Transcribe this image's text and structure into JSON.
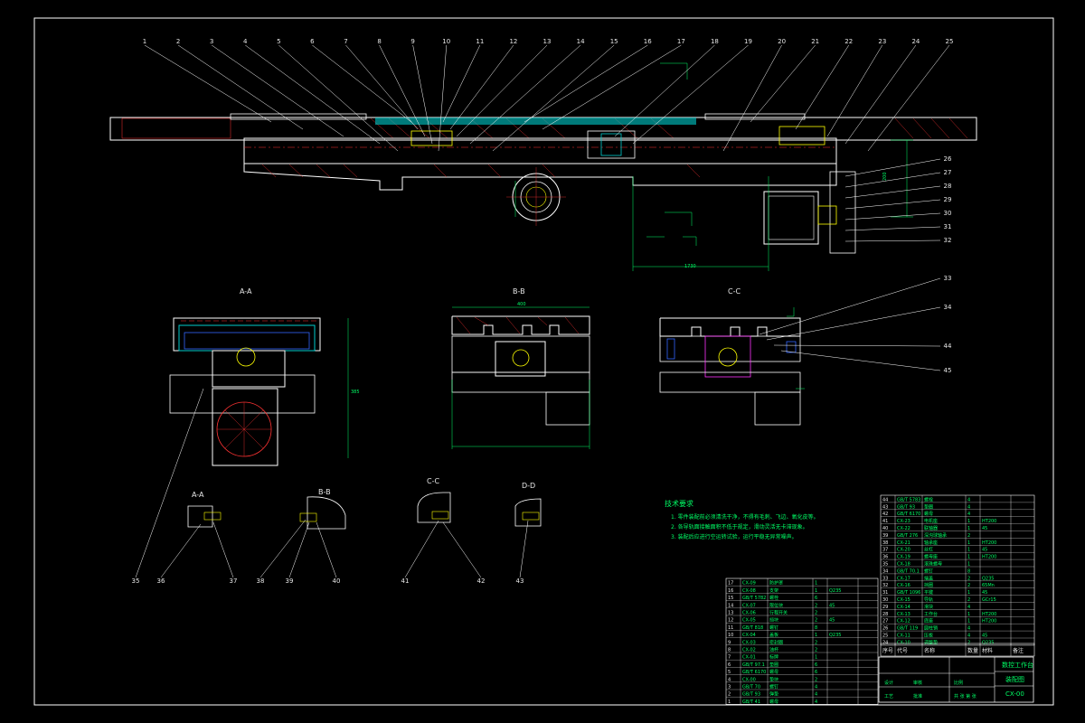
{
  "colors": {
    "background": "#000000",
    "border": "#ffffff",
    "outline": "#ffffff",
    "section_fill": "#00cccc",
    "hatch": "#ff3333",
    "dimension": "#00ff66",
    "centerline": "#ff3333",
    "accent_yellow": "#ffff00",
    "blue": "#3366ff",
    "magenta": "#ff33ff",
    "table_text": "#00ff66"
  },
  "main_view": {
    "balloons": [
      "1",
      "2",
      "3",
      "4",
      "5",
      "6",
      "7",
      "8",
      "9",
      "10",
      "11",
      "12",
      "13",
      "14",
      "15",
      "16",
      "17",
      "18",
      "19",
      "20",
      "21",
      "22",
      "23",
      "24",
      "25"
    ],
    "right_balloons": [
      "26",
      "27",
      "28",
      "29",
      "30",
      "31",
      "32"
    ],
    "dims": {
      "height": "200",
      "width": "1730"
    }
  },
  "section_views": [
    {
      "title": "A-A",
      "dim": "385"
    },
    {
      "title": "B-B",
      "dim": "400"
    },
    {
      "title": "C-C",
      "dim": ""
    }
  ],
  "detail_views": [
    {
      "title": "A-A",
      "balloons": [
        "35",
        "36"
      ]
    },
    {
      "title": "B-B",
      "balloons": [
        "37",
        "38",
        "39"
      ]
    },
    {
      "title": "C-C",
      "balloons": [
        "40",
        "41"
      ]
    },
    {
      "title": "D-D",
      "balloons": [
        "42",
        "43"
      ]
    }
  ],
  "section_right_balloons": [
    "33",
    "34",
    "44",
    "45"
  ],
  "tech_notes": {
    "title": "技术要求",
    "lines": [
      "1. 零件装配前必须清洗干净，不得有毛刺、飞边、氧化皮等。",
      "2. 各导轨面接触面积不低于规定，滑动灵活无卡滞现象。",
      "3. 装配后应进行空运转试验，运行平稳无异常噪声。"
    ]
  },
  "bom_right": {
    "rows": [
      [
        "GB/T 5783",
        "螺栓",
        "4",
        "",
        ""
      ],
      [
        "GB/T 93",
        "垫圈",
        "4",
        "",
        ""
      ],
      [
        "GB/T 6170",
        "螺母",
        "4",
        "",
        ""
      ],
      [
        "CX-23",
        "电机座",
        "1",
        "HT200",
        ""
      ],
      [
        "CX-22",
        "联轴器",
        "1",
        "45",
        ""
      ],
      [
        "GB/T 276",
        "深沟球轴承",
        "2",
        "",
        ""
      ],
      [
        "CX-21",
        "轴承座",
        "1",
        "HT200",
        ""
      ],
      [
        "CX-20",
        "丝杠",
        "1",
        "45",
        ""
      ],
      [
        "CX-19",
        "螺母座",
        "1",
        "HT200",
        ""
      ],
      [
        "CX-18",
        "滚珠螺母",
        "1",
        "",
        ""
      ],
      [
        "GB/T 70.1",
        "螺钉",
        "8",
        "",
        ""
      ],
      [
        "CX-17",
        "端盖",
        "2",
        "Q235",
        ""
      ],
      [
        "CX-16",
        "挡圈",
        "2",
        "65Mn",
        ""
      ],
      [
        "GB/T 1096",
        "平键",
        "1",
        "45",
        ""
      ],
      [
        "CX-15",
        "导轨",
        "2",
        "GCr15",
        ""
      ],
      [
        "CX-14",
        "滑块",
        "4",
        "",
        ""
      ],
      [
        "CX-13",
        "工作台",
        "1",
        "HT200",
        ""
      ],
      [
        "CX-12",
        "底座",
        "1",
        "HT200",
        ""
      ],
      [
        "GB/T 119",
        "圆柱销",
        "4",
        "",
        ""
      ],
      [
        "CX-11",
        "压板",
        "4",
        "45",
        ""
      ],
      [
        "CX-10",
        "调整垫",
        "2",
        "Q235",
        ""
      ]
    ],
    "header": [
      "序号",
      "代号",
      "名称",
      "数量",
      "材料",
      "备注"
    ]
  },
  "bom_left": {
    "rows": [
      [
        "CX-09",
        "防护罩",
        "1",
        "",
        ""
      ],
      [
        "CX-08",
        "支架",
        "1",
        "Q235",
        ""
      ],
      [
        "GB/T 5782",
        "螺栓",
        "6",
        "",
        ""
      ],
      [
        "CX-07",
        "限位块",
        "2",
        "45",
        ""
      ],
      [
        "CX-06",
        "行程开关",
        "2",
        "",
        ""
      ],
      [
        "CX-05",
        "挡块",
        "2",
        "45",
        ""
      ],
      [
        "GB/T 818",
        "螺钉",
        "8",
        "",
        ""
      ],
      [
        "CX-04",
        "盖板",
        "1",
        "Q235",
        ""
      ],
      [
        "CX-03",
        "密封圈",
        "2",
        "",
        ""
      ],
      [
        "CX-02",
        "油杯",
        "2",
        "",
        ""
      ],
      [
        "CX-01",
        "标牌",
        "1",
        "",
        ""
      ],
      [
        "GB/T 97.1",
        "垫圈",
        "6",
        "",
        ""
      ],
      [
        "GB/T 6170",
        "螺母",
        "6",
        "",
        ""
      ],
      [
        "CX-00",
        "垫块",
        "2",
        "",
        ""
      ],
      [
        "GB/T 70",
        "螺钉",
        "4",
        "",
        ""
      ],
      [
        "GB/T 93",
        "弹垫",
        "4",
        "",
        ""
      ],
      [
        "GB/T 41",
        "螺母",
        "4",
        "",
        ""
      ]
    ]
  },
  "title_block": {
    "drawing_name": "数控工作台",
    "drawing_sub": "装配图",
    "drawing_no": "CX-00",
    "scale_label": "比例",
    "sheet_label": "共 张 第 张",
    "labels": [
      "设计",
      "审核",
      "工艺",
      "批准"
    ]
  }
}
